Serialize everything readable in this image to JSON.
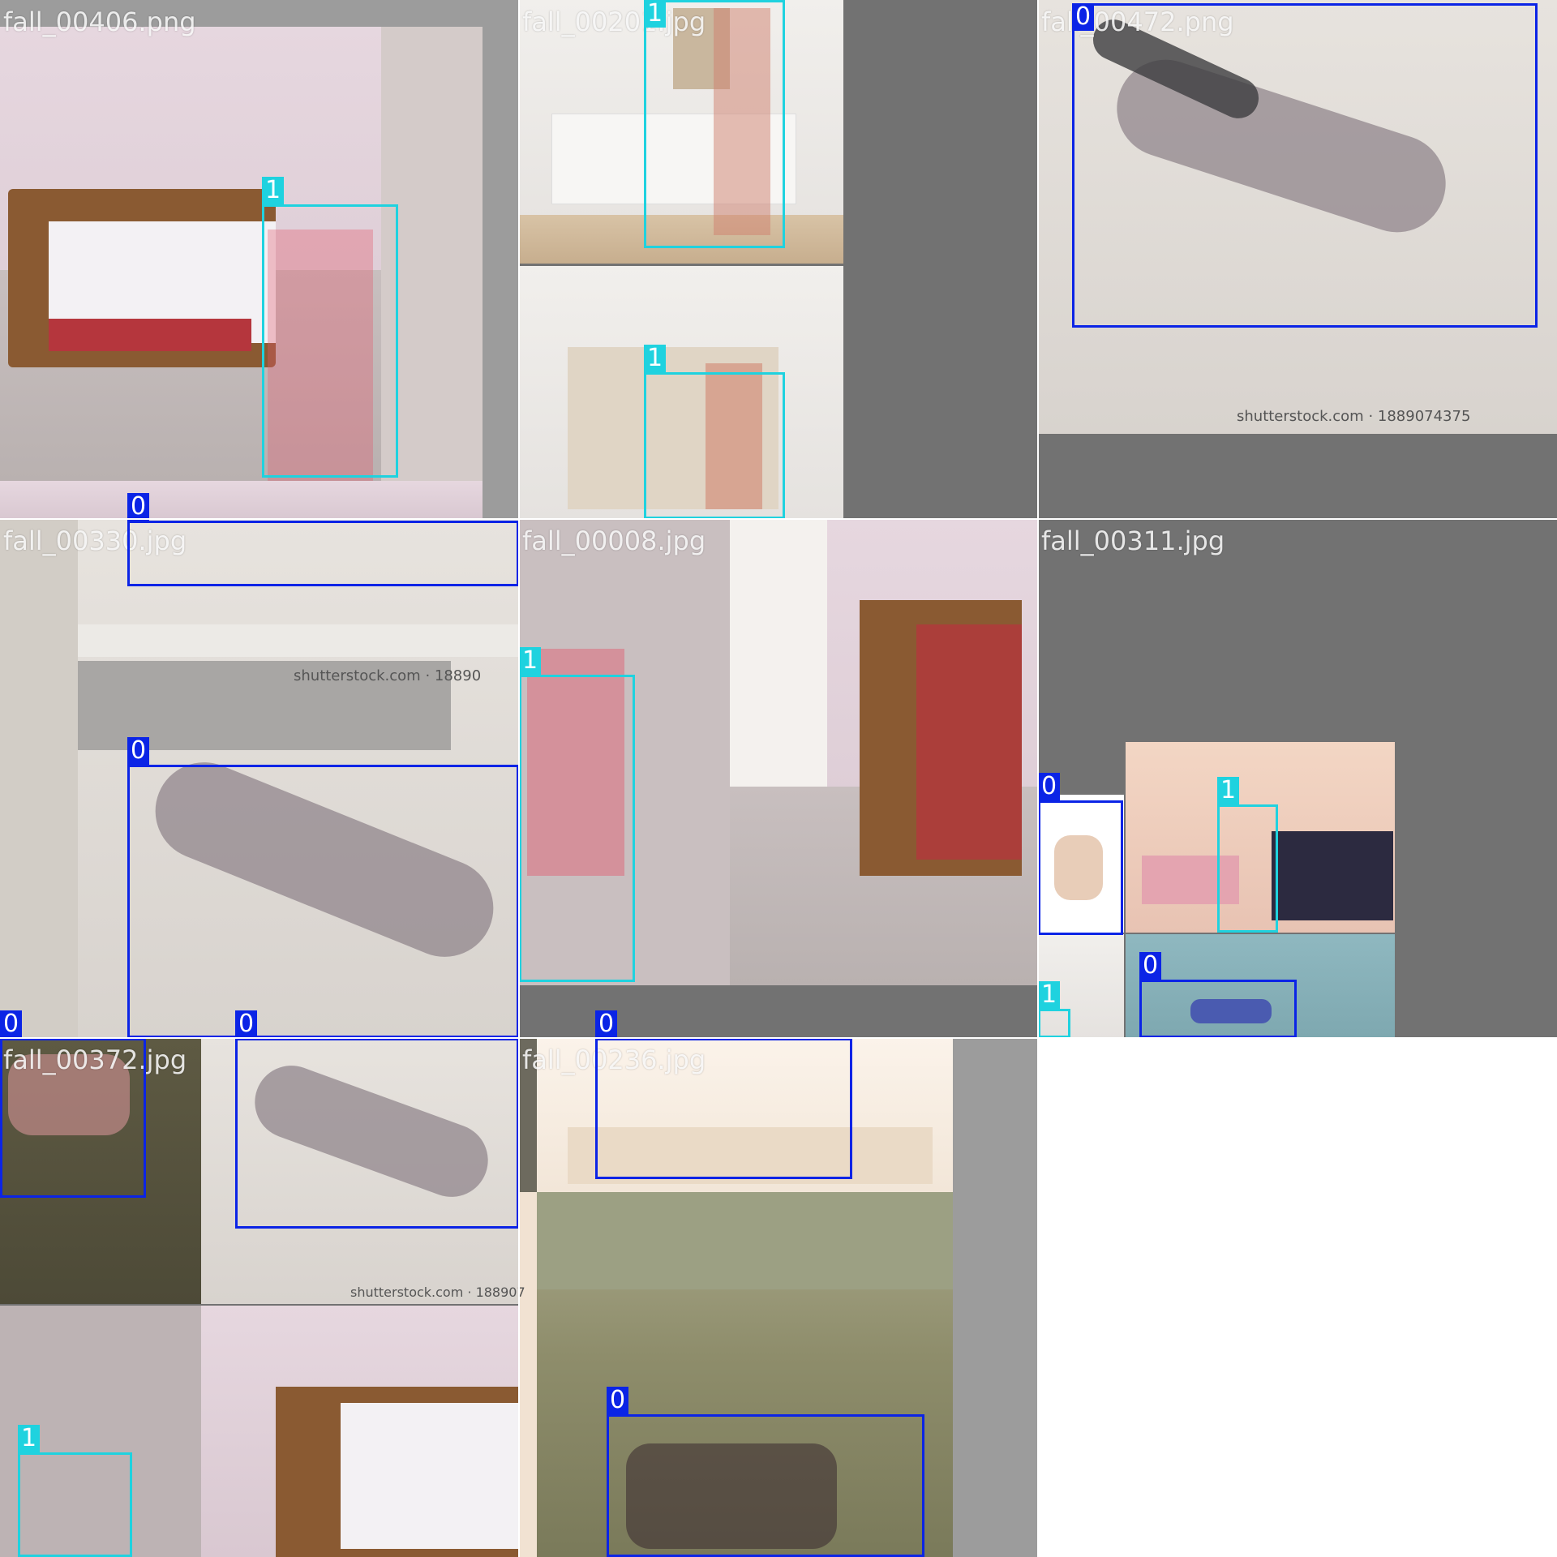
{
  "tiles": [
    {
      "filename": "fall_00406.png"
    },
    {
      "filename": "fall_00201.jpg"
    },
    {
      "filename": "fall_00472.png"
    },
    {
      "filename": "fall_00330.jpg"
    },
    {
      "filename": "fall_00008.jpg"
    },
    {
      "filename": "fall_00311.jpg"
    },
    {
      "filename": "fall_00372.jpg"
    },
    {
      "filename": "fall_00236.jpg"
    }
  ],
  "watermarks": {
    "shutterstock_1": "shutterstock.com · 1889074375",
    "shutterstock_2": "shutterstock.com · 18890",
    "shutterstock_3": "shutterstock.com · 188907"
  },
  "class_labels": {
    "fall": "0",
    "person": "1"
  },
  "colors": {
    "class_0": "#0b24e6",
    "class_1": "#1fd2df",
    "padding": "#727272"
  }
}
